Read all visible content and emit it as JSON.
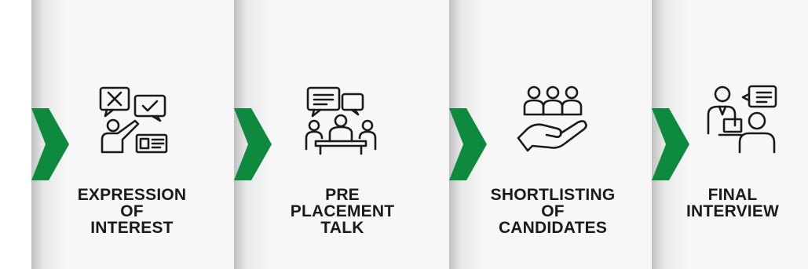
{
  "steps": [
    {
      "lines": [
        "EXPRESSION",
        "OF",
        "INTEREST"
      ],
      "icon": "expression-of-interest-icon"
    },
    {
      "lines": [
        "PRE",
        "PLACEMENT",
        "TALK"
      ],
      "icon": "meeting-talk-icon"
    },
    {
      "lines": [
        "SHORTLISTING",
        "OF",
        "CANDIDATES"
      ],
      "icon": "hand-holding-people-icon"
    },
    {
      "lines": [
        "FINAL",
        "INTERVIEW"
      ],
      "icon": "interview-icon"
    }
  ],
  "colors": {
    "accent": "#0e8a3e",
    "panel": "#f7f7f7",
    "text": "#1a1a1a"
  }
}
